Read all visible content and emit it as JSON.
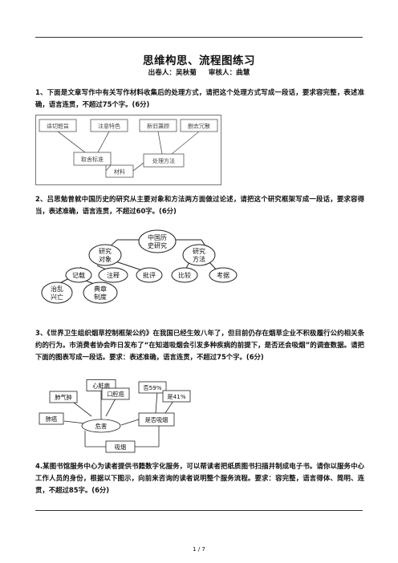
{
  "title": "思维构思、流程图练习",
  "authors": {
    "setter": "出卷人：吴秋菊",
    "reviewer": "审核人：曲慧"
  },
  "q1": {
    "text": "1、下面是文章写作中有关写作材料收集后的处理方式，请把这个处理方式写成一段话，要求容完整，表述准确，语言连贯，不超过75个字。(6分)",
    "boxes": {
      "b1": "适切题旨",
      "b2": "注意特色",
      "b3": "新旧兼顾",
      "b4": "删去冗散",
      "b5": "取舍标准",
      "b6": "材料",
      "b7": "处理方法"
    }
  },
  "q2": {
    "text": "2、吕思勉曾就中国历史的研究从主要对象和方法两方面做过论述，请把这个研究框架写成一段话，要求容得当，表述准确，语言连贯，不超过60字。(6分)",
    "nodes": {
      "root_1": "中国历",
      "root_2": "史研究",
      "obj_1": "研究",
      "obj_2": "对象",
      "meth_1": "研究",
      "meth_2": "方法",
      "n1": "记载",
      "n2": "注释",
      "n3": "批评",
      "n4": "比较",
      "n5": "考据",
      "n1a_1": "治乱",
      "n1a_2": "兴亡",
      "n1b_1": "典章",
      "n1b_2": "制度"
    }
  },
  "q3": {
    "text": "3、《世界卫生组织烟草控制框架公约》在我国已经生效八年了，但目前仍存在烟草企业不积极履行公约相关条约的行为。市消费者协会昨日发布了“在知道吸烟会引发多种疾病的前提下，是否还会吸烟”的调查数据。请把下面的图表写成一段话。要求：表述准确，语言连贯，不超过75个字。(6分)",
    "nodes": {
      "heart": "心脏病",
      "lung": "肺气肿",
      "mouth": "口腔癌",
      "cancer": "肺癌",
      "harm": "危害",
      "no": "否59%",
      "yes": "是41%",
      "whether": "是否吸烟",
      "smoke": "吸烟"
    }
  },
  "q4": {
    "text": "4.某图书馆服务中心为读者提供书籍数字化服务，可以帮读者把纸质图书扫描并制成电子书。请你以服务中心工作人员的身份，根据以下图示，向前来咨询的读者说明整个服务流程。要求：容完整，语言得体、简明、连贯，不超过85字。(6分)"
  },
  "page_number": "1 / 7"
}
